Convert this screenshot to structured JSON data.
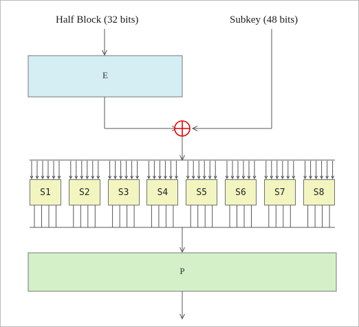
{
  "inputs": {
    "half_block": "Half Block (32 bits)",
    "subkey": "Subkey (48 bits)"
  },
  "expansion": {
    "label": "E"
  },
  "permutation": {
    "label": "P"
  },
  "sboxes": [
    "S1",
    "S2",
    "S3",
    "S4",
    "S5",
    "S6",
    "S7",
    "S8"
  ],
  "colors": {
    "expansion_fill": "#d4eef4",
    "permutation_fill": "#d4f0c8",
    "sbox_fill": "#f2f5c0",
    "xor": "#e00000",
    "line": "#555555"
  }
}
